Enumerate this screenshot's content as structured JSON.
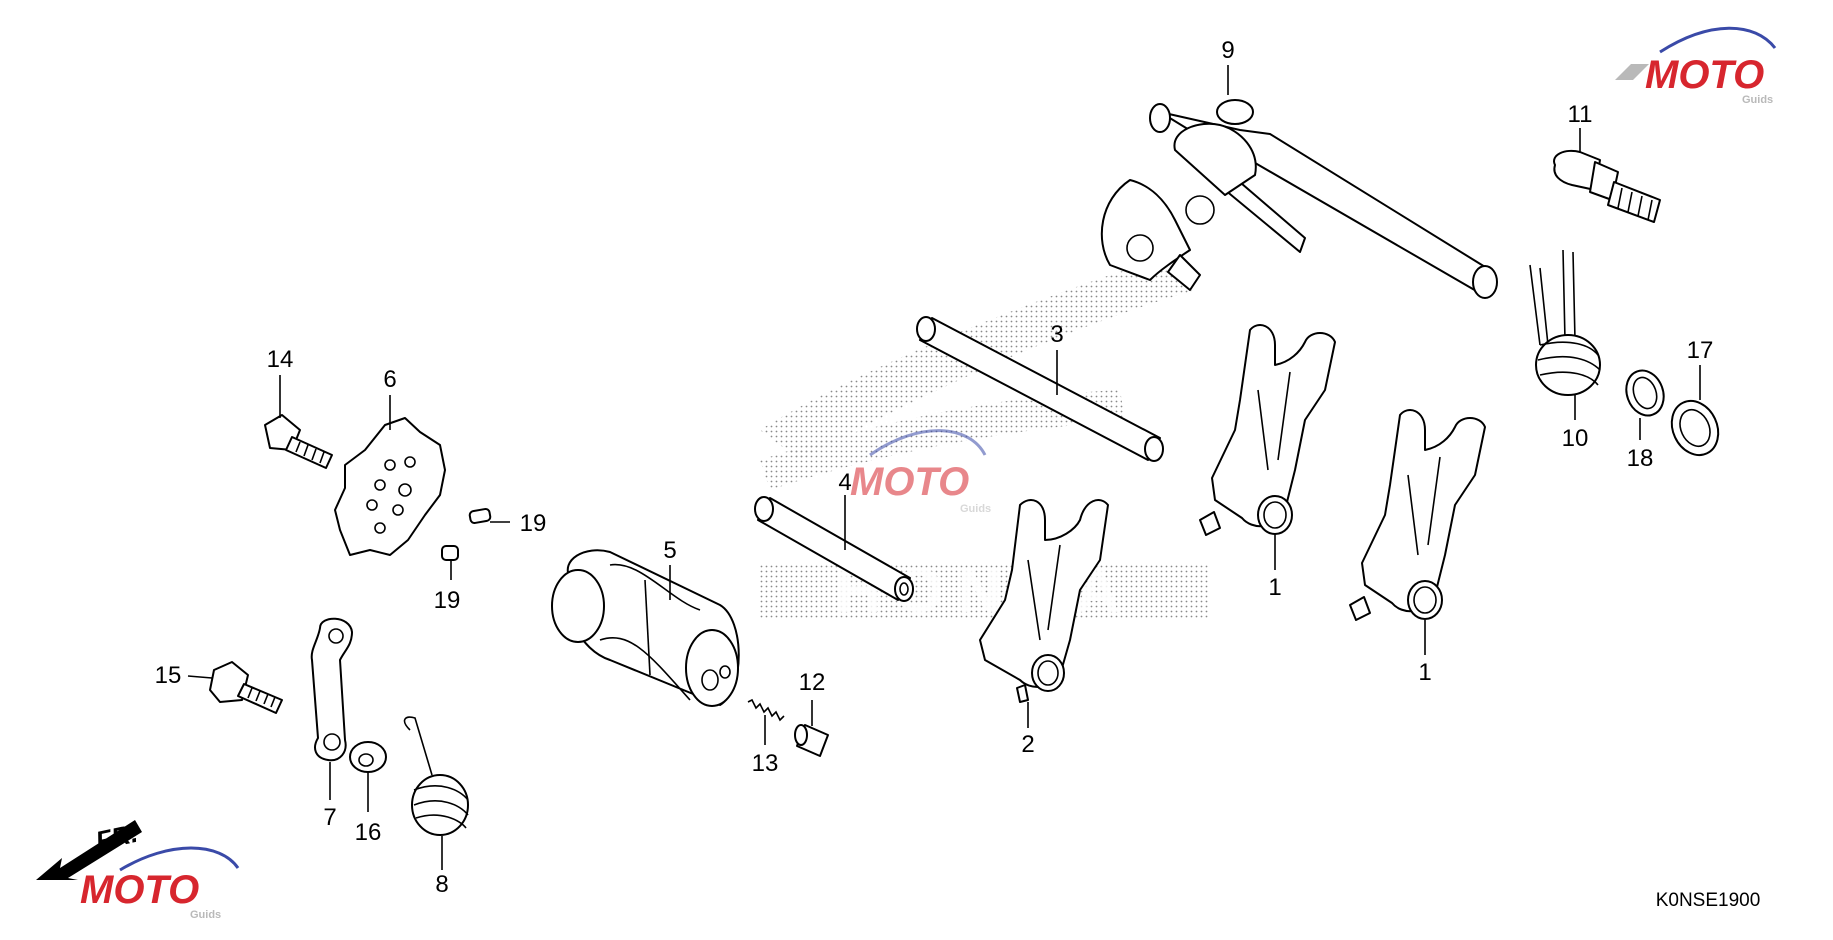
{
  "diagram": {
    "code": "K0NSE1900",
    "direction_label": "FR.",
    "watermark_brand": "HONDA",
    "logo": {
      "text": "MOTO",
      "sub": "Guids",
      "color_red": "#d7262e",
      "color_blue": "#3a4aa8",
      "color_gray": "#b9b9b9"
    },
    "callouts": [
      {
        "id": "c1a",
        "text": "1"
      },
      {
        "id": "c1b",
        "text": "1"
      },
      {
        "id": "c2",
        "text": "2"
      },
      {
        "id": "c3",
        "text": "3"
      },
      {
        "id": "c4",
        "text": "4"
      },
      {
        "id": "c5",
        "text": "5"
      },
      {
        "id": "c6",
        "text": "6"
      },
      {
        "id": "c7",
        "text": "7"
      },
      {
        "id": "c8",
        "text": "8"
      },
      {
        "id": "c9",
        "text": "9"
      },
      {
        "id": "c10",
        "text": "10"
      },
      {
        "id": "c11",
        "text": "11"
      },
      {
        "id": "c12",
        "text": "12"
      },
      {
        "id": "c13",
        "text": "13"
      },
      {
        "id": "c14",
        "text": "14"
      },
      {
        "id": "c15",
        "text": "15"
      },
      {
        "id": "c16",
        "text": "16"
      },
      {
        "id": "c17",
        "text": "17"
      },
      {
        "id": "c18",
        "text": "18"
      },
      {
        "id": "c19a",
        "text": "19"
      },
      {
        "id": "c19b",
        "text": "19"
      }
    ]
  }
}
